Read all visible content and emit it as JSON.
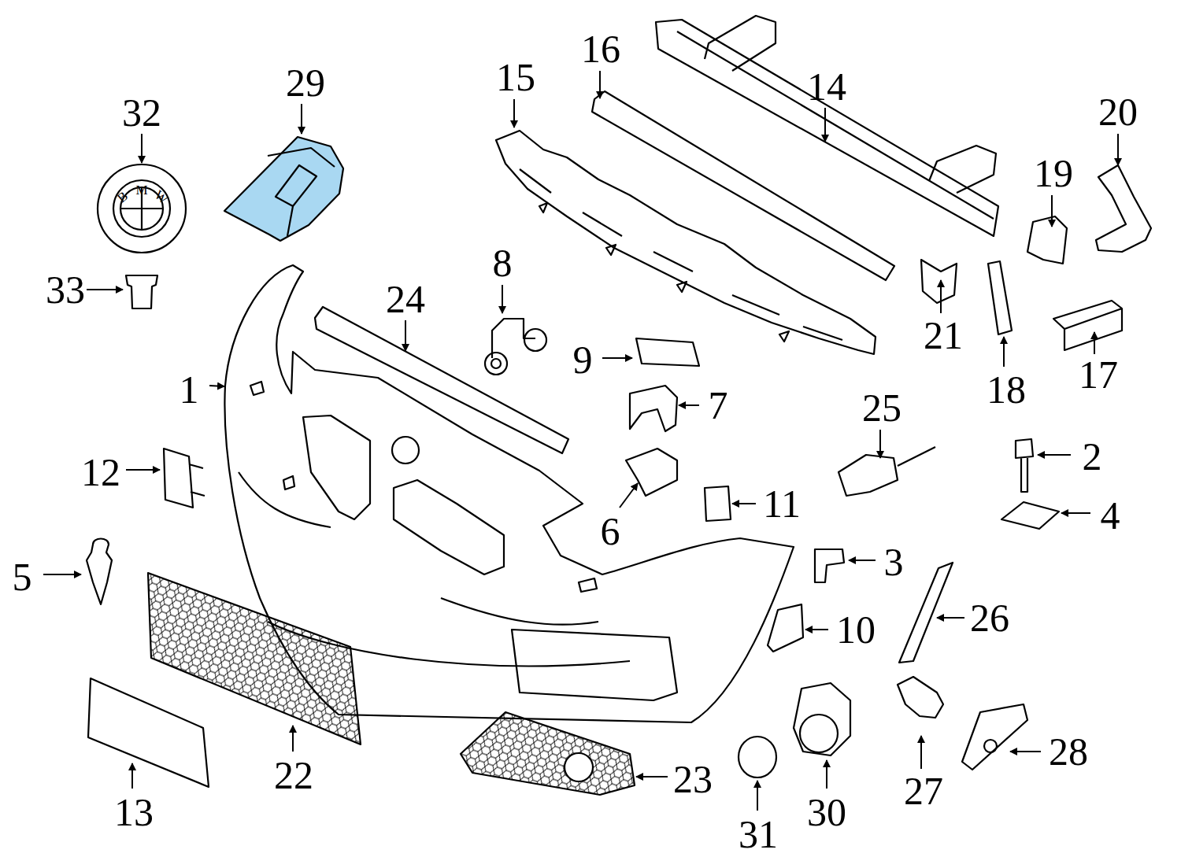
{
  "diagram": {
    "labels": [
      "1",
      "2",
      "3",
      "4",
      "5",
      "6",
      "7",
      "8",
      "9",
      "10",
      "11",
      "12",
      "13",
      "14",
      "15",
      "16",
      "17",
      "18",
      "19",
      "20",
      "21",
      "22",
      "23",
      "24",
      "25",
      "26",
      "27",
      "28",
      "29",
      "30",
      "31",
      "32",
      "33",
      "B",
      "M",
      "W"
    ]
  }
}
